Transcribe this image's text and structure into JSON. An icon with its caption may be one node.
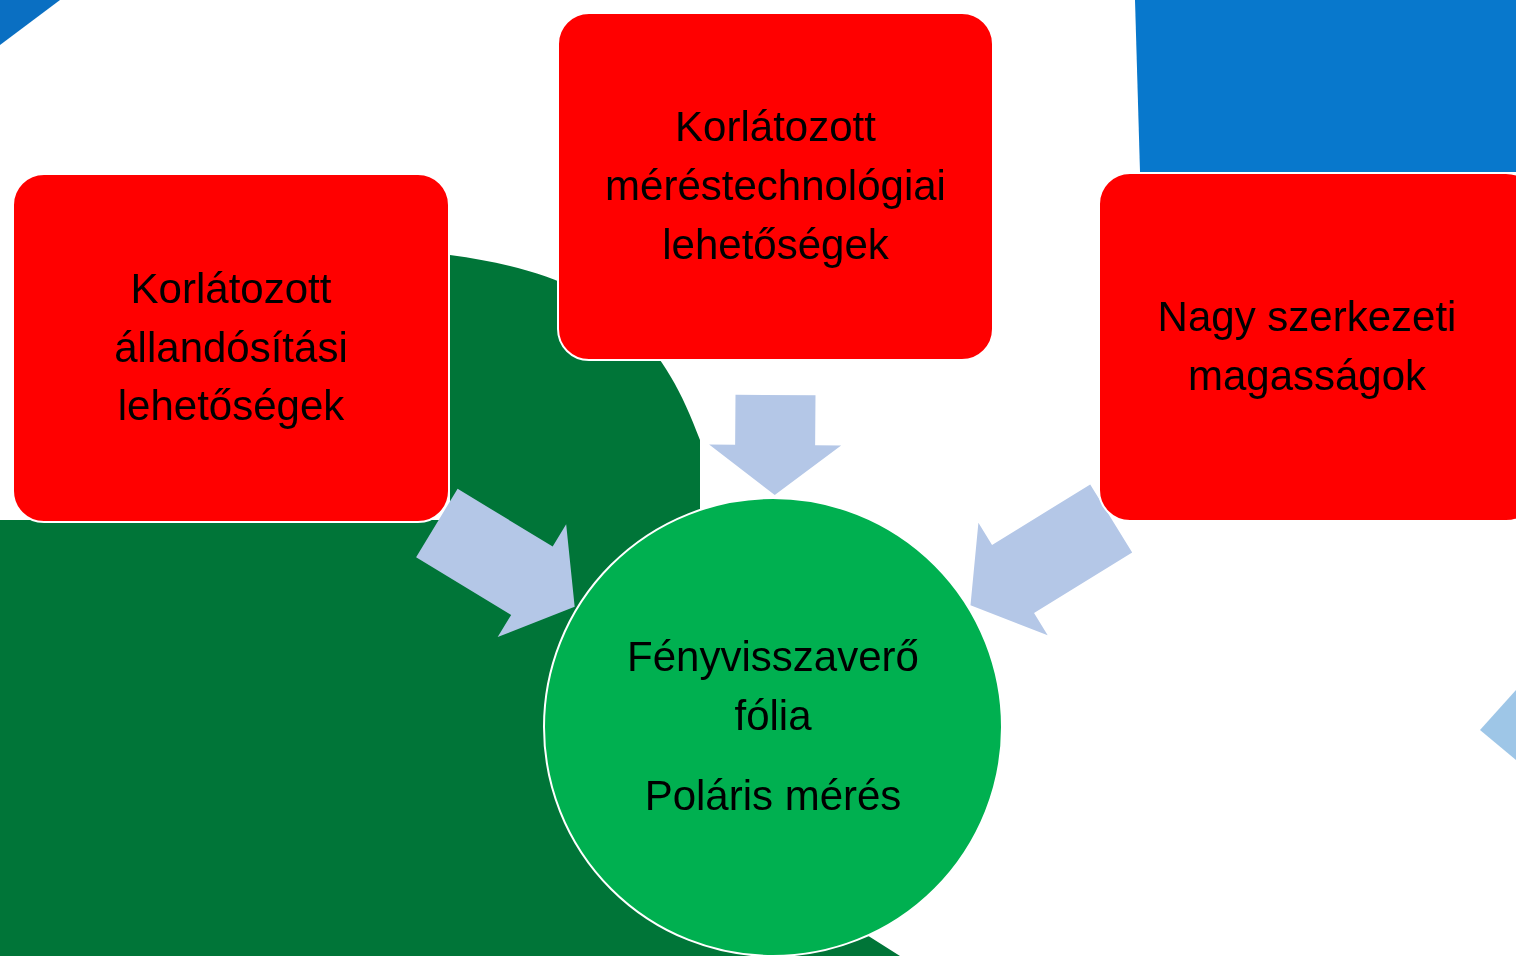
{
  "diagram": {
    "nodes": [
      {
        "text": [
          "Korlátozott állandósítási lehetőségek"
        ]
      },
      {
        "text": [
          "Korlátozott méréstechnológiai lehetőségek"
        ]
      },
      {
        "text": [
          "Nagy szerkezeti magasságok"
        ]
      },
      {
        "text": [
          "Fényvisszaverő fólia",
          "Poláris mérés"
        ]
      }
    ],
    "edges": [
      {
        "from": 0,
        "to": 3,
        "arrow": "to",
        "style": "thick",
        "color": "#b4c7e7"
      },
      {
        "from": 1,
        "to": 3,
        "arrow": "to",
        "style": "thick",
        "color": "#b4c7e7"
      },
      {
        "from": 2,
        "to": 3,
        "arrow": "to",
        "style": "thick",
        "color": "#b4c7e7"
      }
    ]
  }
}
